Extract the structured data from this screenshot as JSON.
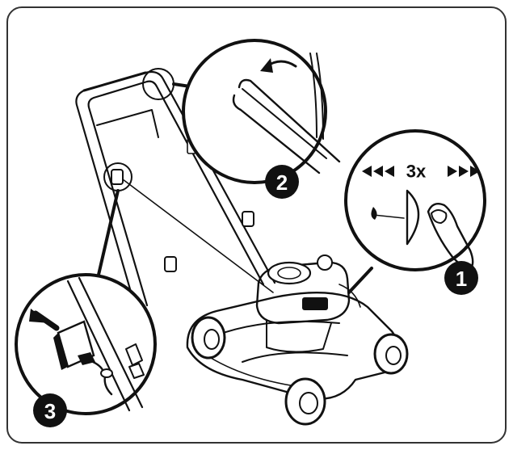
{
  "step1": {
    "number": "1",
    "repeat_label": "3x"
  },
  "step2": {
    "number": "2"
  },
  "step3": {
    "number": "3"
  },
  "colors": {
    "line": "#111111",
    "panel_border": "#333333",
    "badge": "#111111",
    "background": "#ffffff"
  },
  "icons": [
    "push-primer-bulb-icon",
    "fuel-drop-icon",
    "arrow-left-icon",
    "arrow-right-icon",
    "curved-arrow-icon",
    "pull-arrow-icon",
    "finger-press-icon"
  ]
}
